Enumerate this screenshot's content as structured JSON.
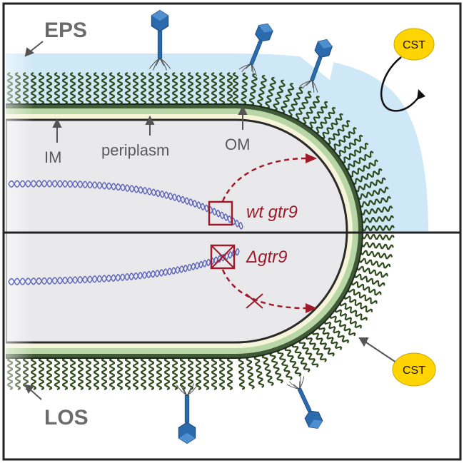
{
  "labels": {
    "eps": "EPS",
    "los": "LOS",
    "im": "IM",
    "periplasm": "periplasm",
    "om": "OM",
    "wt_gene": "wt gtr9",
    "delta_gene": "Δgtr9",
    "cst_top": "CST",
    "cst_bottom": "CST"
  },
  "colors": {
    "eps": "#cfe8f7",
    "los": "#2f4a1c",
    "membrane_outer": "#2e3b2a",
    "membrane_band": "#b9d6a6",
    "periplasm": "#f6f4d9",
    "cytoplasm": "#e9e9ec",
    "dna": "#5b62b8",
    "gene": "#9e1b2b",
    "phage": "#2a6aad",
    "cst": "#ffd400"
  },
  "icons": {
    "arrow": "thin-gray-arrow",
    "phage": "bacteriophage-icon",
    "cross": "cross-mark"
  }
}
